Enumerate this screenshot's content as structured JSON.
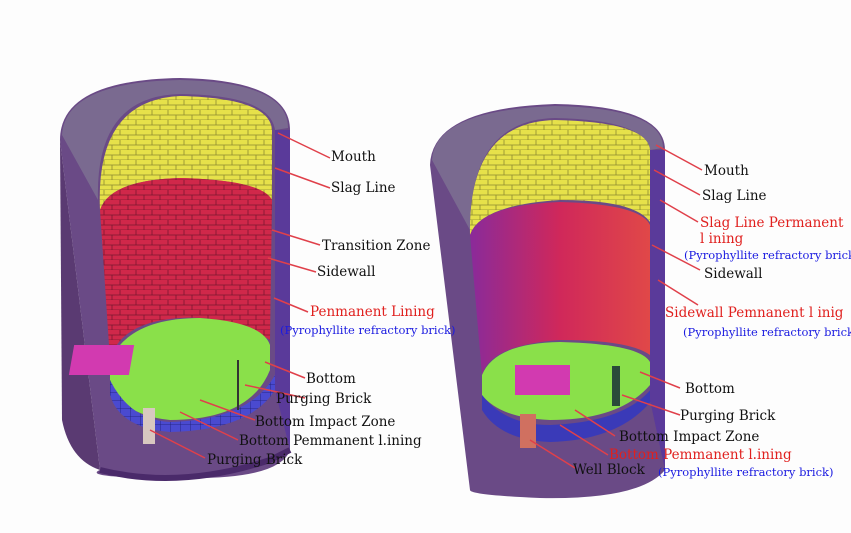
{
  "left_diagram": {
    "labels": {
      "mouth": "Mouth",
      "slag_line": "Slag Line",
      "transition_zone": "Transition Zone",
      "sidewall": "Sidewall",
      "permanent_lining": "Penmanent Lining",
      "permanent_lining_material": "(Pyrophyllite refractory brick)",
      "bottom": "Bottom",
      "purging_brick_1": "Purging Brick",
      "bottom_impact_zone": "Bottom Impact Zone",
      "bottom_permanent_lining": "Bottom Pemmanent l.ining",
      "purging_brick_2": "Purging Brick"
    }
  },
  "right_diagram": {
    "labels": {
      "mouth": "Mouth",
      "slag_line": "Slag Line",
      "slag_line_permanent_1": "Slag Line Permanent",
      "slag_line_permanent_2": "l ining",
      "slag_line_permanent_material": "(Pyrophyllite refractory brick)",
      "sidewall": "Sidewall",
      "sidewall_permanent": "Sidewall Pemnanent l inig",
      "sidewall_permanent_material": "(Pyrophyllite refractory brick)",
      "bottom": "Bottom",
      "purging_brick": "Purging Brick",
      "bottom_impact_zone": "Bottom Impact Zone",
      "bottom_permanent_lining": "Bottom Pemmanent l.ining",
      "well_block": "Well Block",
      "bottom_permanent_material": "(Pyrophyllite refractory brick)"
    }
  },
  "colors": {
    "label_red": "#e0201e",
    "label_blue": "#1a1ae0",
    "leader": "#e0404a"
  }
}
